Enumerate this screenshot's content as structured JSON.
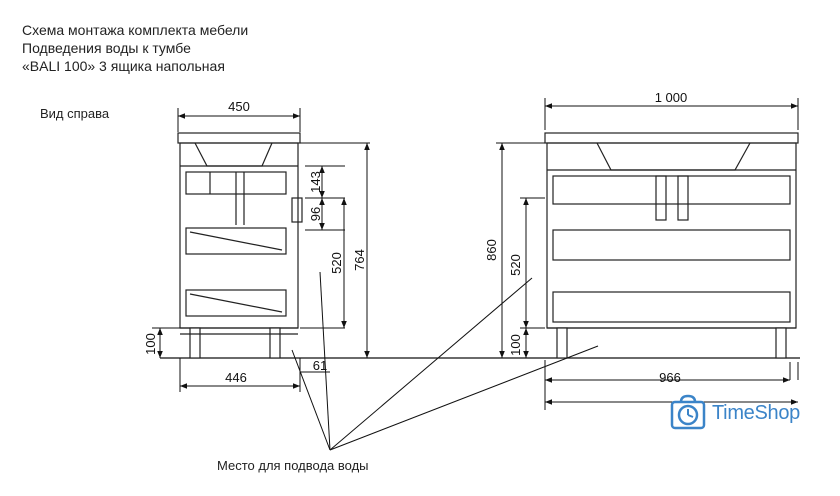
{
  "title": {
    "line1": "Схема монтажа комплекта мебели",
    "line2": "Подведения воды к тумбе",
    "line3": "«BALI 100» 3 ящика напольная"
  },
  "views": {
    "side_label": "Вид справа"
  },
  "note": "Место для подвода воды",
  "dimensions": {
    "side_width": "450",
    "side_top": "143",
    "side_mid": "96",
    "side_water": "520",
    "side_height": "764",
    "side_legs": "100",
    "side_depth": "446",
    "side_offset": "61",
    "front_width": "1 000",
    "front_height": "860",
    "front_water": "520",
    "front_legs": "100",
    "front_inner": "966"
  },
  "brand": {
    "name": "TimeShop",
    "color": "#3b84c8",
    "icon": "clock-bag-icon"
  }
}
